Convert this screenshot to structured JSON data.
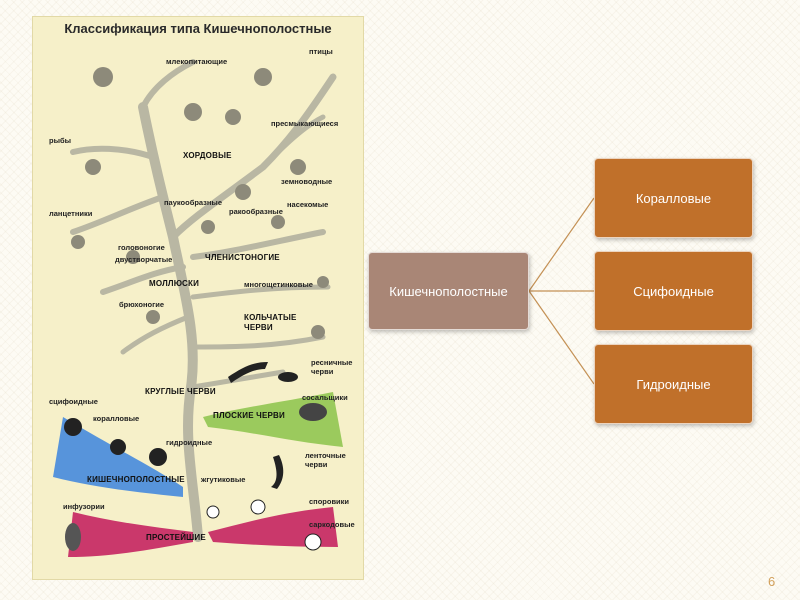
{
  "slide": {
    "page_number": "6",
    "colors": {
      "root": "#a98676",
      "leaf": "#c0702a",
      "connector": "#c49155",
      "page_number": "#d2a05b"
    }
  },
  "tree_figure": {
    "title": "Классификация типа Кишечнополостные",
    "labels": {
      "mammals": "млекопитающие",
      "birds": "птицы",
      "reptiles": "пресмыкающиеся",
      "fish": "рыбы",
      "chordates": "ХОРДОВЫЕ",
      "amphibians": "земноводные",
      "lancelets": "ланцетники",
      "arachnids": "паукообразные",
      "crustaceans": "ракообразные",
      "insects": "насекомые",
      "cephalopods": "головоногие",
      "bivalves": "двустворчатые",
      "arthropods": "ЧЛЕНИСТОНОГИЕ",
      "mollusks": "МОЛЛЮСКИ",
      "polychaetes": "многощетинковые",
      "gastropods": "брюхоногие",
      "annelids": "КОЛЬЧАТЫЕ ЧЕРВИ",
      "roundworms": "КРУГЛЫЕ ЧЕРВИ",
      "ciliated_worms": "ресничные черви",
      "flukes": "сосальщики",
      "flatworms": "ПЛОСКИЕ ЧЕРВИ",
      "scyphoid": "сцифоидные",
      "coral": "коралловые",
      "hydroid": "гидроидные",
      "tapeworms": "ленточные черви",
      "coelenterates": "КИШЕЧНОПОЛОСТНЫЕ",
      "flagellates": "жгутиковые",
      "ciliates": "инфузории",
      "sporozoans": "споровики",
      "sarcodines": "саркодовые",
      "protozoa": "ПРОСТЕЙШИЕ"
    }
  },
  "diagram": {
    "root": "Кишечнополостные",
    "children": [
      "Коралловые",
      "Сцифоидные",
      "Гидроидные"
    ]
  }
}
